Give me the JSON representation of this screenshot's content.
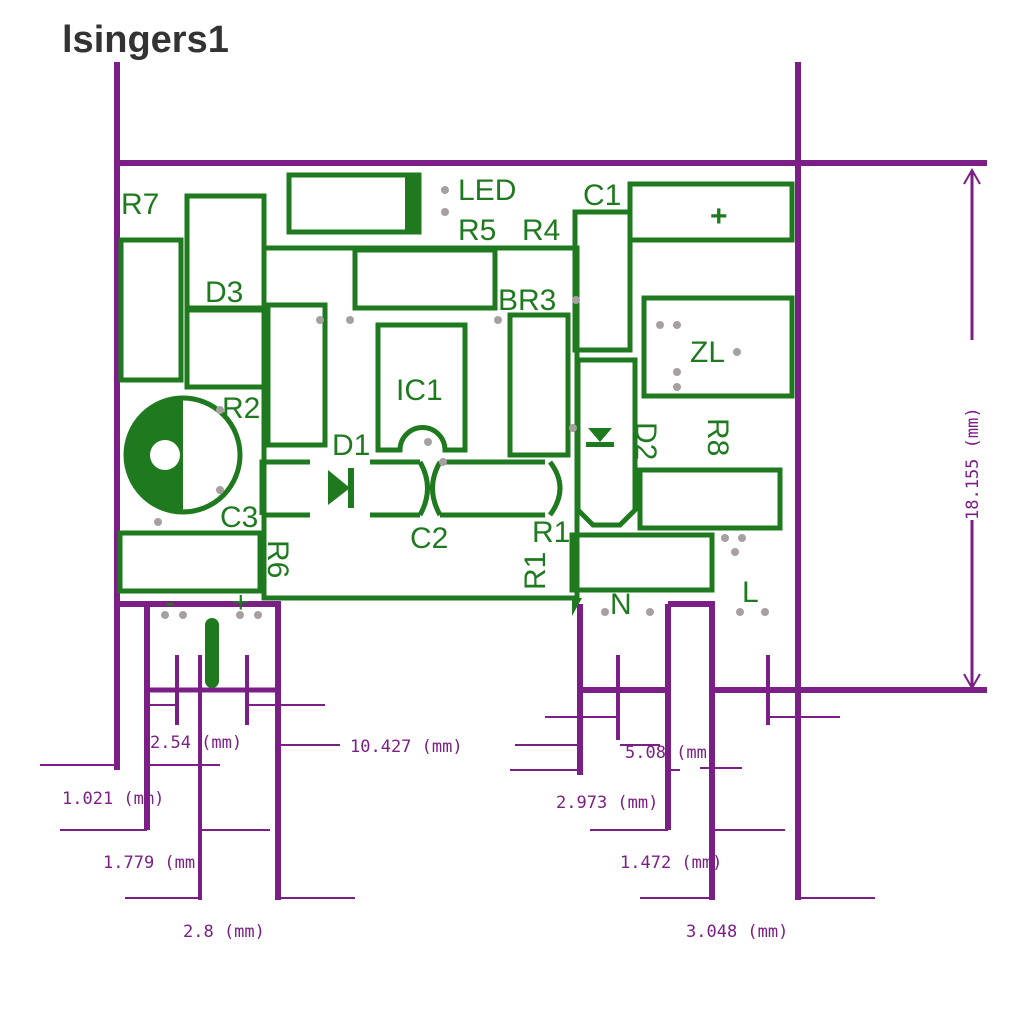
{
  "watermark": "lsingers1",
  "colors": {
    "silkscreen": "#1f7a1f",
    "dimension": "#7b1f86",
    "pad": "#a6a0a0"
  },
  "components": {
    "r7": "R7",
    "d3": "D3",
    "r2": "R2",
    "c3": "C3",
    "r6": "R6",
    "led": "LED",
    "r5": "R5",
    "r4": "R4",
    "c1": "C1",
    "plus": "+",
    "br3": "BR3",
    "ic1": "IC1",
    "zl": "ZL",
    "d1": "D1",
    "d2": "D2",
    "r8": "R8",
    "c2": "C2",
    "r1a": "R1",
    "r1b": "R1",
    "minus_terminal": "-",
    "plus_terminal": "+",
    "n": "N",
    "l": "L"
  },
  "dimensions": {
    "d_2_54": "2.54 (mm)",
    "d_10_427": "10.427 (mm)",
    "d_5_08": "5.08 (mm)",
    "d_1_021": "1.021 (mm)",
    "d_2_973": "2.973 (mm)",
    "d_1_779": "1.779 (mm)",
    "d_1_472": "1.472 (mm)",
    "d_2_8": "2.8 (mm)",
    "d_3_048": "3.048 (mm)",
    "d_18_155": "18.155 (mm)"
  }
}
